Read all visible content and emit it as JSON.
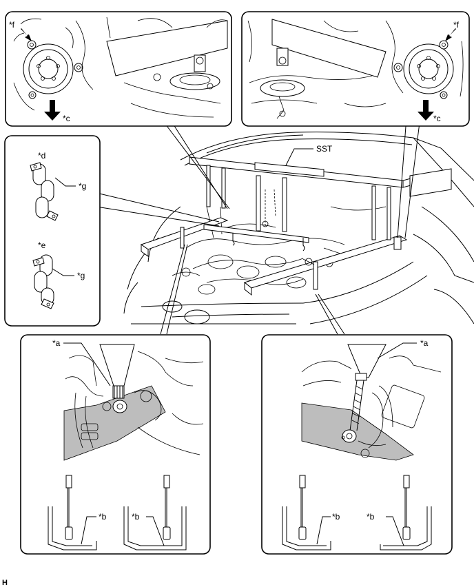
{
  "labels": {
    "sst": "SST",
    "a_left": "*a",
    "a_right": "*a",
    "b1": "*b",
    "b2": "*b",
    "b3": "*b",
    "b4": "*b",
    "c_left": "*c",
    "c_right": "*c",
    "d": "*d",
    "e": "*e",
    "f_left": "*f",
    "f_right": "*f",
    "g1": "*g",
    "g2": "*g",
    "corner": "H"
  }
}
